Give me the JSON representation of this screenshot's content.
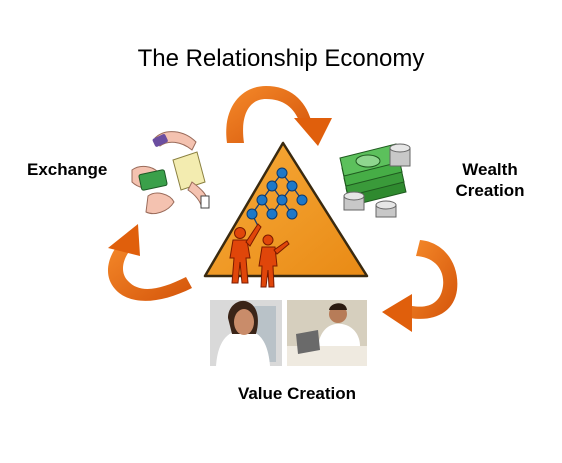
{
  "diagram": {
    "title": "The Relationship Economy",
    "nodes": {
      "exchange": "Exchange",
      "wealth_line1": "Wealth",
      "wealth_line2": "Creation",
      "value": "Value Creation"
    },
    "center": "pyramid-with-people-icon",
    "flow": "clockwise",
    "colors": {
      "arrow": "#e8680f",
      "pyramid": "#f0961e",
      "figures": "#e0460a",
      "network_nodes": "#1e78c8",
      "money": "#3a9a3a"
    }
  }
}
